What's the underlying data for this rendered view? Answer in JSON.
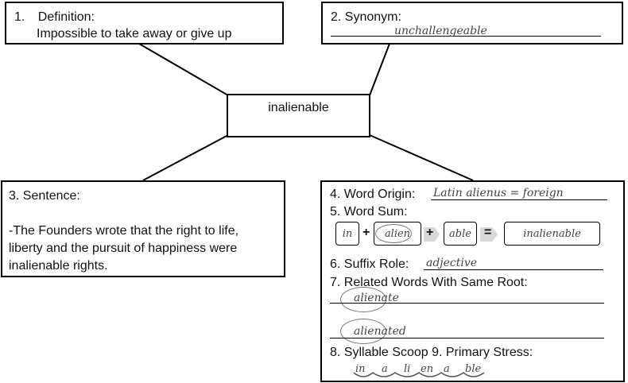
{
  "center": {
    "word": "inalienable"
  },
  "definition": {
    "num": "1.",
    "label": "Definition:",
    "text": "Impossible to take away or give up"
  },
  "synonym": {
    "label": "2. Synonym:",
    "answer": "unchallengeable"
  },
  "sentence": {
    "label": "3. Sentence:",
    "lines": [
      "-The Founders wrote that the right to life,",
      "liberty and the pursuit of happiness were",
      "inalienable rights."
    ]
  },
  "details": {
    "origin_label": "4. Word Origin:",
    "origin_value": "Latin alienus = foreign",
    "sum_label": "5. Word Sum:",
    "sum": {
      "parts": [
        "in",
        "alien",
        "able"
      ],
      "plus": "+",
      "equals": "=",
      "result": "inalienable"
    },
    "suffix_label": "6. Suffix Role:",
    "suffix_value": "adjective",
    "related_label": "7. Related Words With Same Root:",
    "related_words": [
      "alienate",
      "alienated"
    ],
    "syllable_label": "8. Syllable Scoop 9. Primary Stress:",
    "syllables": [
      "in",
      "a",
      "li",
      "en",
      "a",
      "ble"
    ]
  }
}
